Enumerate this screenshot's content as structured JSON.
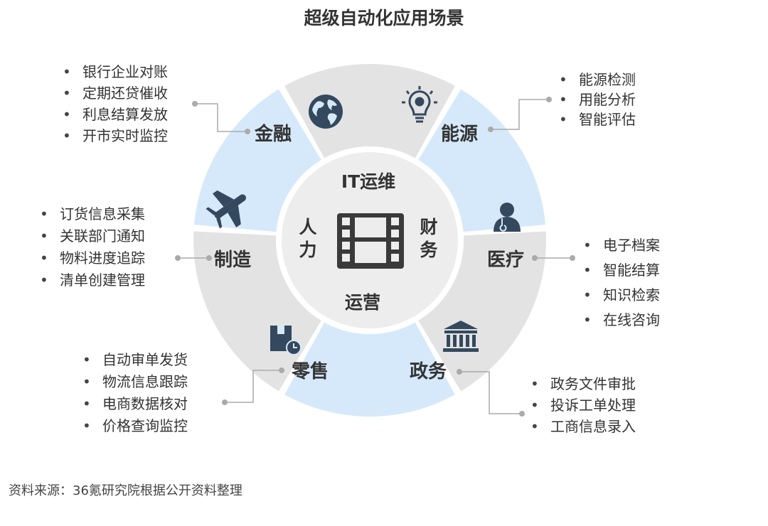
{
  "title": "超级自动化应用场景",
  "hub": {
    "top": "IT运维",
    "bottom": "运营",
    "left_chars": [
      "人",
      "力"
    ],
    "right_chars": [
      "财",
      "务"
    ],
    "icon": "film-grid-icon"
  },
  "segments": [
    {
      "label": "金融",
      "icon": "globe-icon",
      "color": "#d6e9fa",
      "items": [
        "银行企业对账",
        "定期还贷催收",
        "利息结算发放",
        "开市实时监控"
      ]
    },
    {
      "label": "能源",
      "icon": "lightbulb-gear-icon",
      "color": "#e3e3e3",
      "items": [
        "能源检测",
        "用能分析",
        "智能评估"
      ]
    },
    {
      "label": "医疗",
      "icon": "doctor-icon",
      "color": "#d6e9fa",
      "items": [
        "电子档案",
        "智能结算",
        "知识检索",
        "在线咨询"
      ]
    },
    {
      "label": "政务",
      "icon": "government-building-icon",
      "color": "#e3e3e3",
      "items": [
        "政务文件审批",
        "投诉工单处理",
        "工商信息录入"
      ]
    },
    {
      "label": "零售",
      "icon": "package-clock-icon",
      "color": "#d6e9fa",
      "items": [
        "自动审单发货",
        "物流信息跟踪",
        "电商数据核对",
        "价格查询监控"
      ]
    },
    {
      "label": "制造",
      "icon": "airplane-icon",
      "color": "#e3e3e3",
      "items": [
        "订货信息采集",
        "关联部门通知",
        "物料进度追踪",
        "清单创建管理"
      ]
    }
  ],
  "source": "资料来源：36氪研究院根据公开资料整理"
}
